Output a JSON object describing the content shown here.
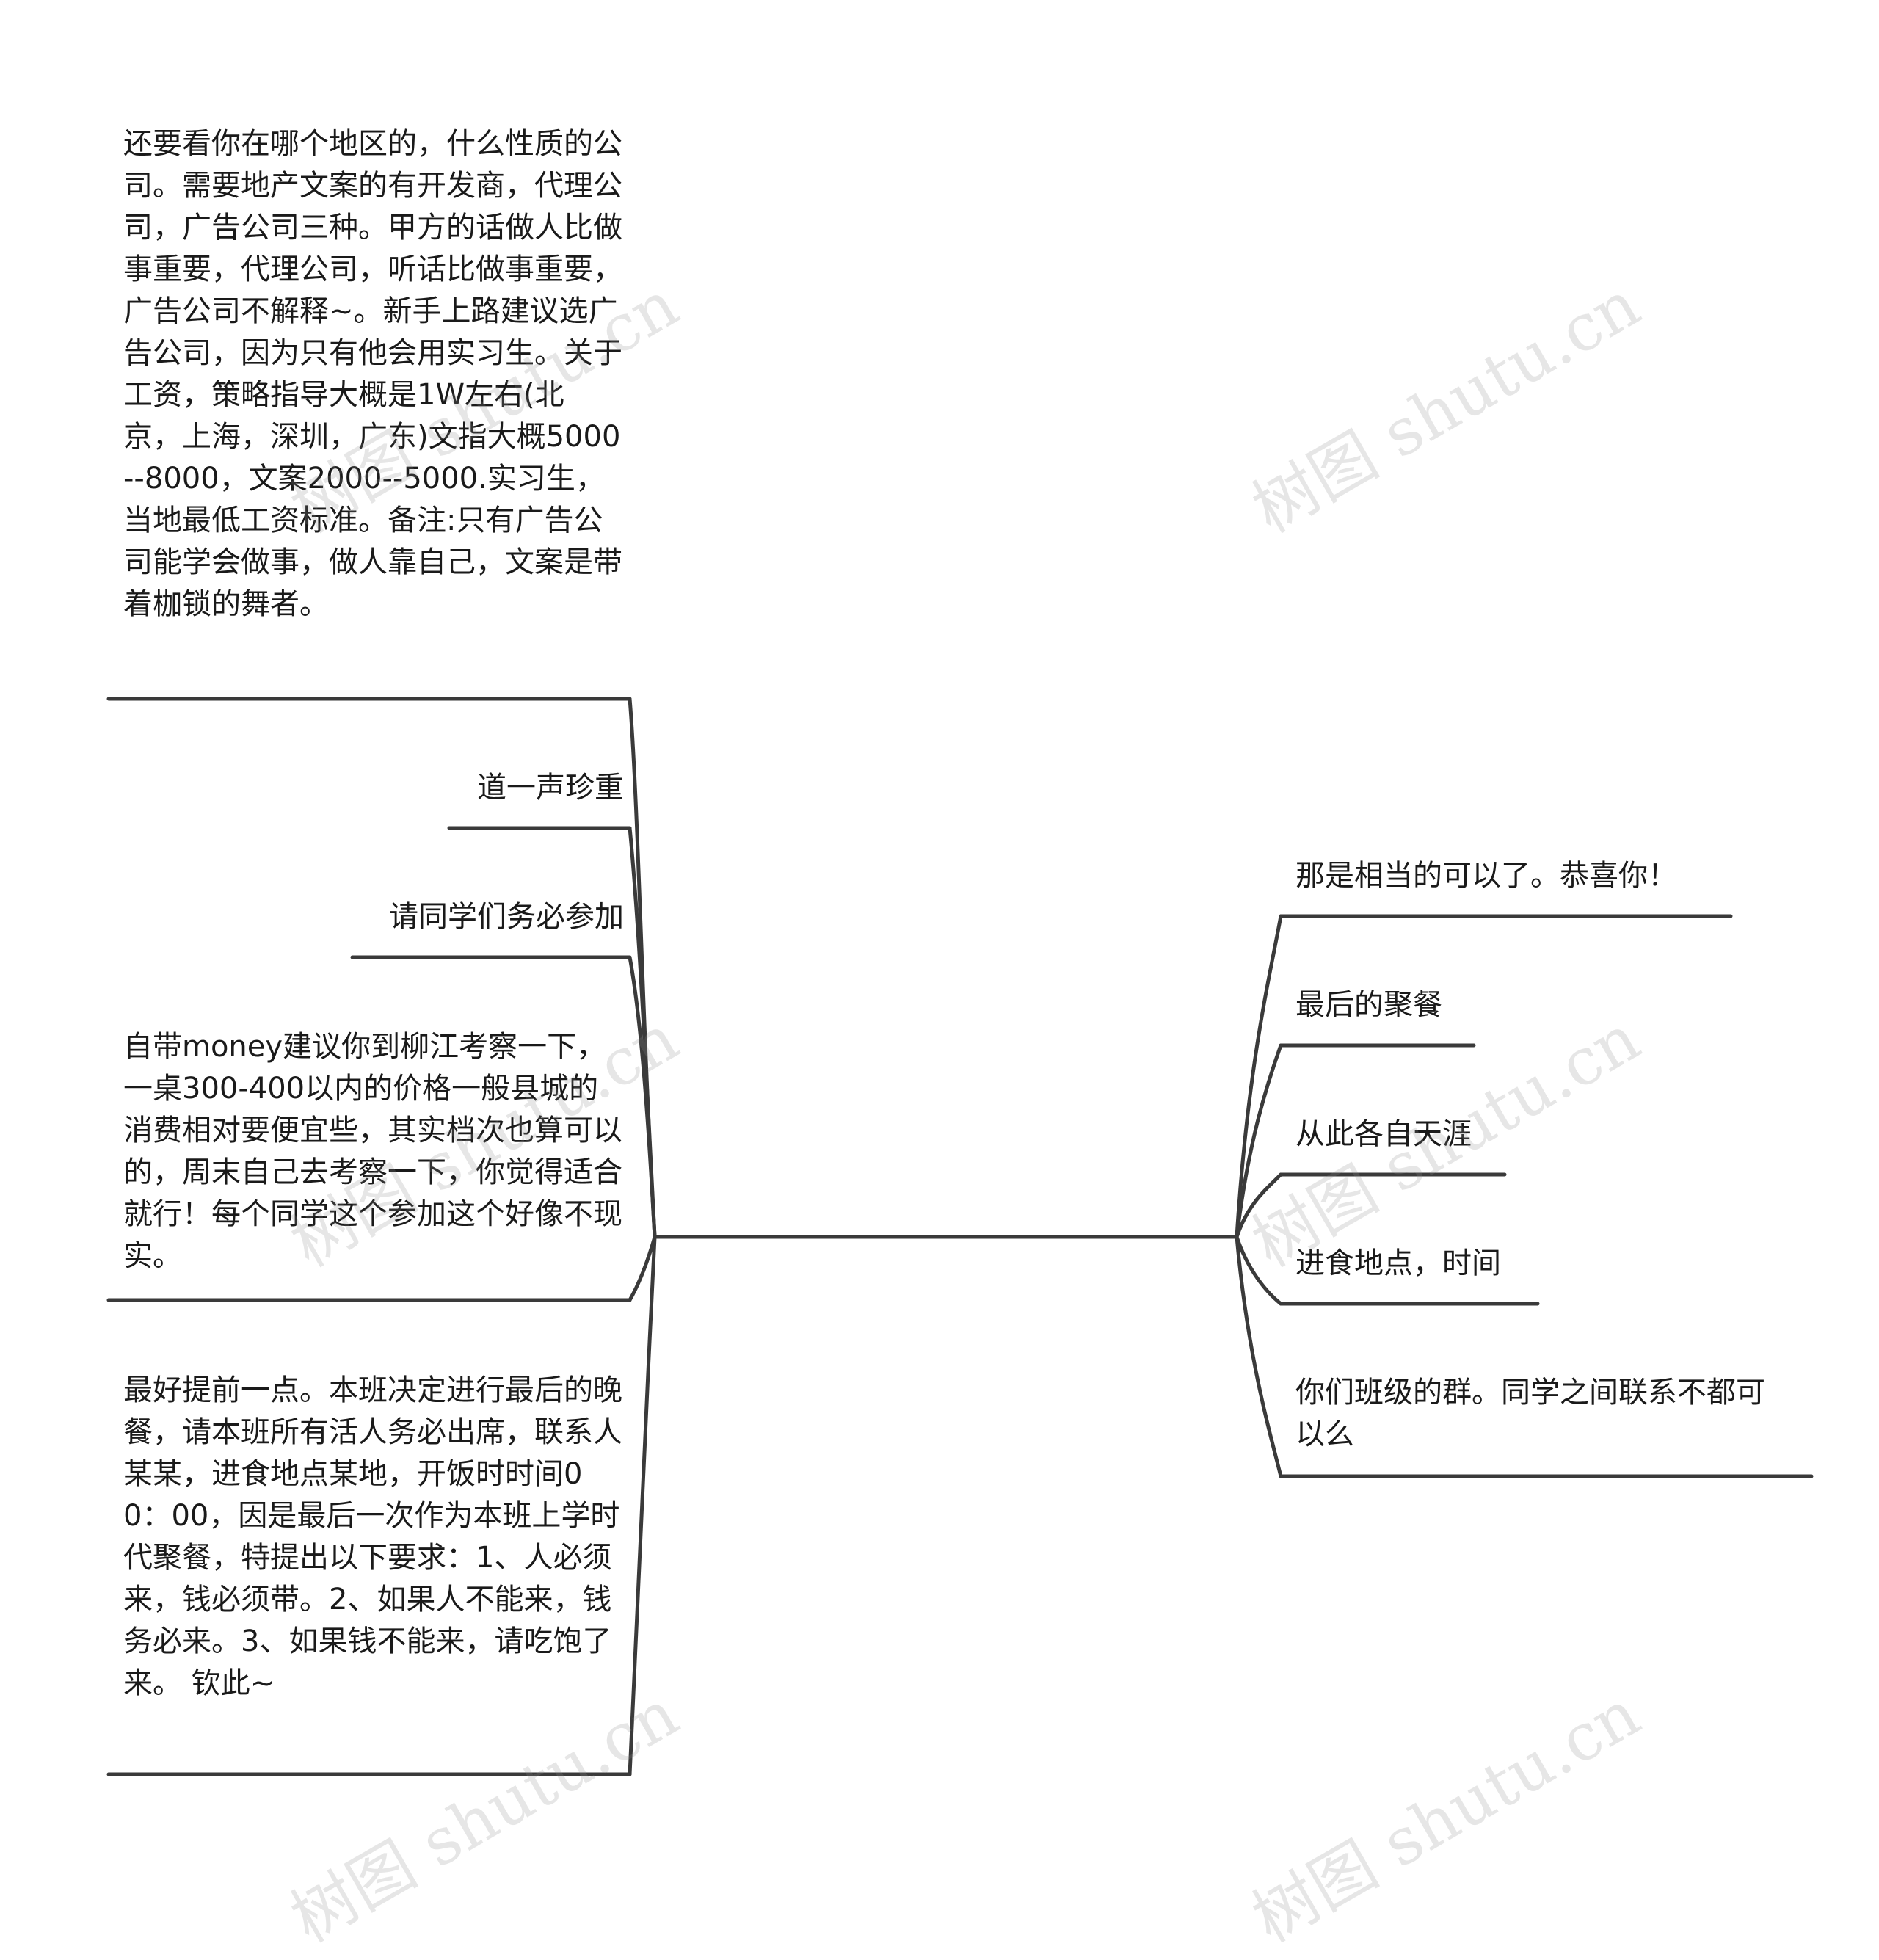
{
  "watermark": "树图 shutu.cn",
  "left_nodes": [
    {
      "text": "还要看你在哪个地区的，什么性质的公司。需要地产文案的有开发商，代理公司，广告公司三种。甲方的话做人比做事重要，代理公司，听话比做事重要，广告公司不解释~。新手上路建议选广告公司，因为只有他会用实习生。关于工资，策略指导大概是1W左右(北京，上海，深圳，广东)文指大概5000--8000，文案2000--5000.实习生，当地最低工资标准。备注:只有广告公司能学会做事，做人靠自己，文案是带着枷锁的舞者。"
    },
    {
      "text": "道一声珍重"
    },
    {
      "text": "请同学们务必参加"
    },
    {
      "text": "自带money建议你到柳江考察一下，一桌300-400以内的价格一般县城的消费相对要便宜些，其实档次也算可以的，周末自己去考察一下，你觉得适合就行！每个同学这个参加这个好像不现实。"
    },
    {
      "text": "最好提前一点。本班决定进行最后的晚餐，请本班所有活人务必出席，联系人某某，进食地点某地，开饭时时间00：00，因是最后一次作为本班上学时代聚餐，特提出以下要求：1、人必须来，钱必须带。2、如果人不能来，钱务必来。3、如果钱不能来，请吃饱了来。 钦此~"
    }
  ],
  "right_nodes": [
    {
      "text": "那是相当的可以了。恭喜你！"
    },
    {
      "text": "最后的聚餐"
    },
    {
      "text": "从此各自天涯"
    },
    {
      "text": "进食地点，时间"
    },
    {
      "text": "你们班级的群。同学之间联系不都可以么"
    }
  ]
}
